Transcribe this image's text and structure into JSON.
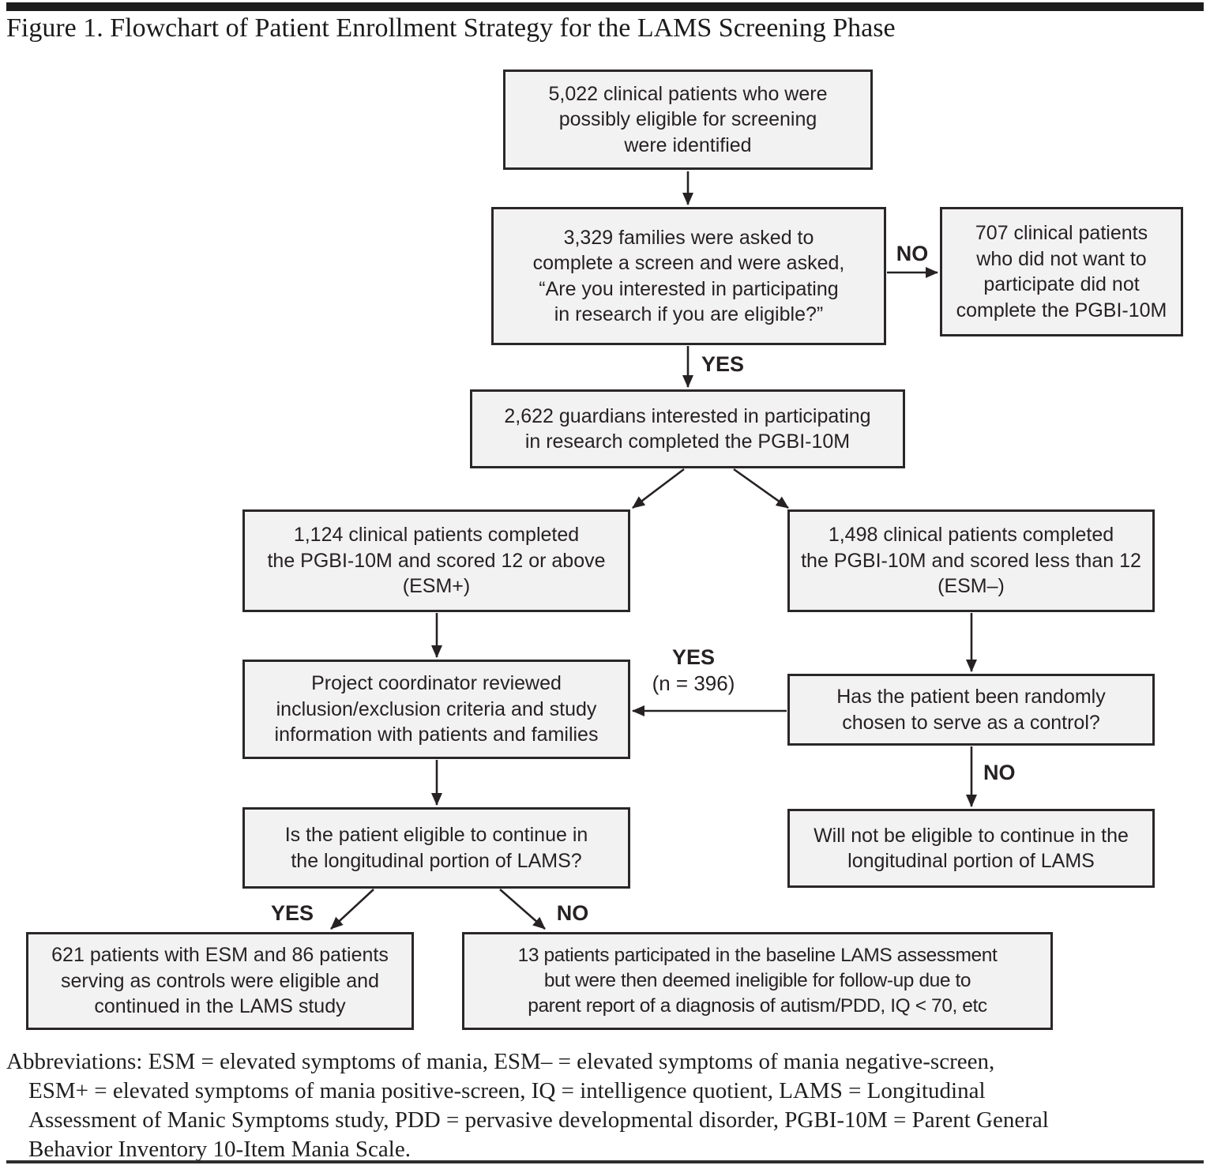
{
  "title": "Figure 1. Flowchart of Patient Enrollment Strategy for the LAMS Screening Phase",
  "nodes": {
    "identified": "5,022 clinical patients who were\npossibly eligible for screening\nwere identified",
    "families": "3,329 families were asked to\ncomplete a screen and were asked,\n“Are you interested in participating\nin research if you are eligible?”",
    "declined": "707 clinical patients\nwho did not want to\nparticipate did not\ncomplete the PGBI-10M",
    "guardians": "2,622 guardians interested in participating\nin research completed the PGBI-10M",
    "esm_positive": "1,124 clinical patients completed\nthe PGBI-10M and scored 12 or above\n(ESM+)",
    "esm_negative": "1,498 clinical patients completed\nthe PGBI-10M and scored less than 12\n(ESM–)",
    "coordinator": "Project coordinator reviewed\ninclusion/exclusion criteria and study\ninformation with patients and families",
    "control_question": "Has the patient been randomly\nchosen to serve as a control?",
    "eligible_question": "Is the patient eligible to continue in\nthe longitudinal portion of LAMS?",
    "not_eligible": "Will not be eligible to continue in the\nlongitudinal portion of LAMS",
    "continued": "621 patients with ESM and 86 patients\nserving as controls were eligible and\ncontinued in the LAMS study",
    "ineligible_13": "13 patients participated in the baseline LAMS assessment\nbut were then deemed ineligible for follow-up due to\nparent report of a diagnosis of autism/PDD, IQ < 70, etc"
  },
  "labels": {
    "no_screen": "NO",
    "yes_screen": "YES",
    "yes_control": "YES",
    "n_control": "(n = 396)",
    "no_control": "NO",
    "yes_eligible": "YES",
    "no_eligible": "NO"
  },
  "footer": {
    "lines": [
      "Abbreviations: ESM = elevated symptoms of mania, ESM– = elevated symptoms of mania negative-screen,",
      "ESM+ = elevated symptoms of mania positive-screen, IQ = intelligence quotient, LAMS = Longitudinal",
      "Assessment of Manic Symptoms study, PDD = pervasive developmental disorder, PGBI-10M = Parent General",
      "Behavior Inventory 10-Item Mania Scale."
    ]
  },
  "colors": {
    "box_fill": "#f3f2f2",
    "box_border": "#2a2728",
    "arrow": "#262223",
    "top_bar": "#1c1c1c",
    "bottom_rule": "#2d2d2d"
  }
}
